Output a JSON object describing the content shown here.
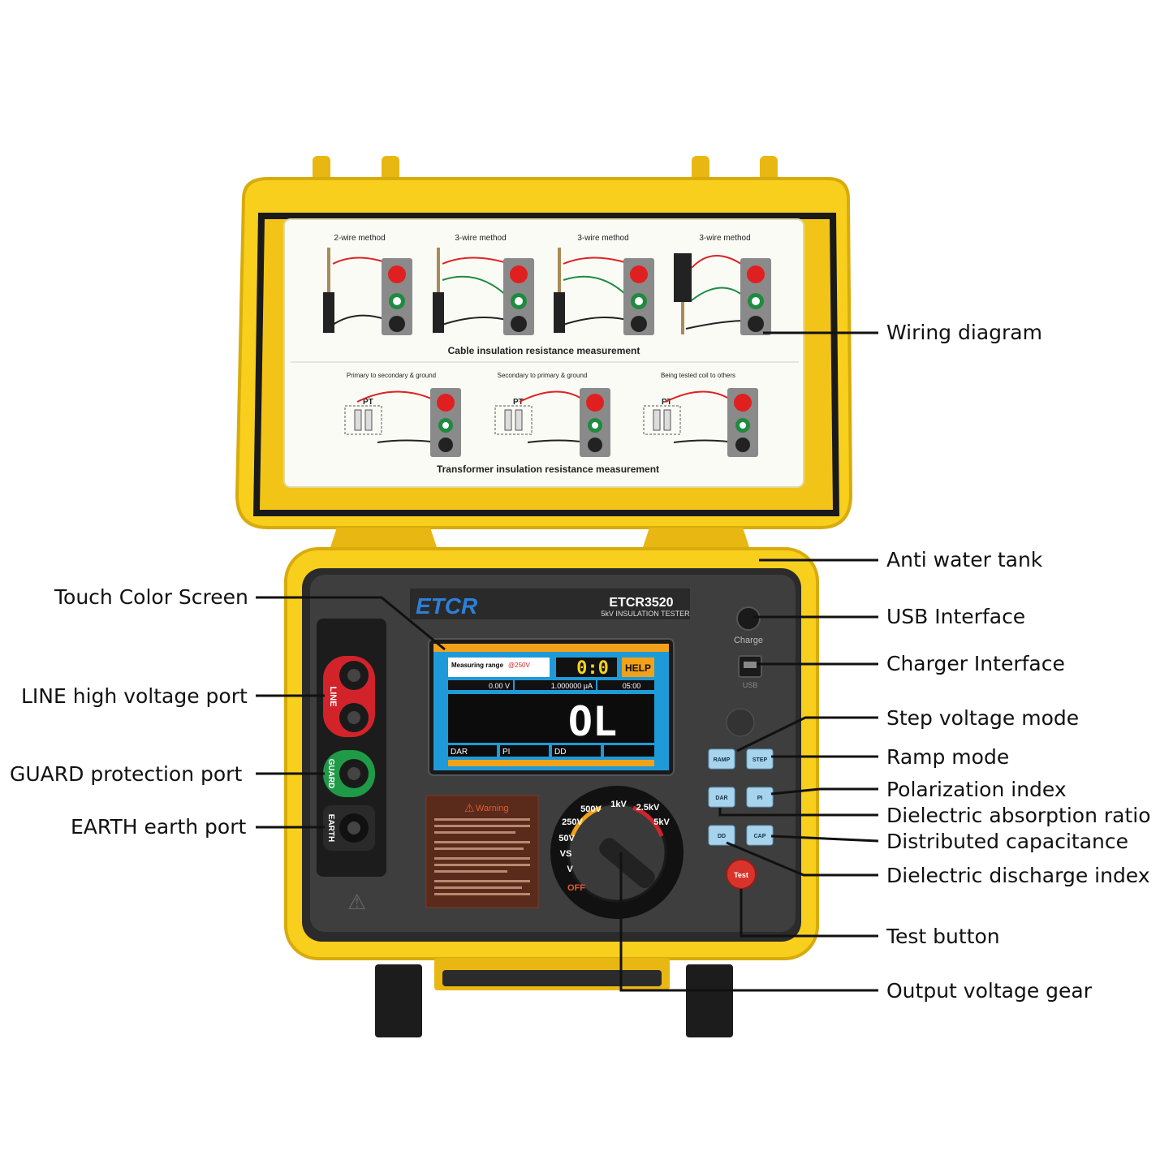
{
  "device": {
    "brand": "ETCR",
    "model": "ETCR3520",
    "subtitle": "5kV INSULATION TESTER",
    "charge_label": "Charge",
    "usb_label": "USB"
  },
  "wiring_card": {
    "top_methods": [
      "2-wire method",
      "3-wire method",
      "3-wire method",
      "3-wire method"
    ],
    "top_title": "Cable insulation resistance measurement",
    "bottom_methods": [
      "Primary to secondary & ground",
      "Secondary to primary & ground",
      "Being tested coil to others"
    ],
    "bottom_title": "Transformer  insulation resistance measurement",
    "pt_label": "PT"
  },
  "screen": {
    "range_title": "Measuring range",
    "range_value": "@250V",
    "timer": "0:0",
    "help_button": "HELP",
    "voltage": "0.00 V",
    "current": "1.000000 μA",
    "time": "05:00",
    "main_reading": "OL",
    "tabs": [
      "DAR",
      "PI",
      "DD"
    ]
  },
  "ports": {
    "line": "LINE",
    "guard": "GUARD",
    "earth": "EARTH"
  },
  "warning": {
    "title": "Warning"
  },
  "dial": {
    "positions": [
      "1kV",
      "500V",
      "2.5kV",
      "250V",
      "5kV",
      "50V",
      "VS",
      "V",
      "OFF"
    ]
  },
  "buttons": {
    "ramp": "RAMP",
    "step": "STEP",
    "dar": "DAR",
    "pi": "PI",
    "dd": "DD",
    "cap": "CAP",
    "test": "Test"
  },
  "callouts": {
    "wiring_diagram": "Wiring diagram",
    "anti_water_tank": "Anti water tank",
    "touch_color_screen": "Touch Color Screen",
    "usb_interface": "USB Interface",
    "charger_interface": "Charger Interface",
    "line_port": "LINE high voltage port",
    "step_voltage_mode": "Step voltage mode",
    "ramp_mode": "Ramp mode",
    "guard_port": "GUARD protection port",
    "polarization_index": "Polarization index",
    "dielectric_absorption_ratio": "Dielectric absorption ratio",
    "earth_port": "EARTH earth port",
    "distributed_capacitance": "Distributed capacitance",
    "dielectric_discharge_index": "Dielectric discharge index",
    "test_button": "Test button",
    "output_voltage_gear": "Output voltage gear"
  },
  "colors": {
    "case_yellow": "#f7cf1c",
    "panel_dark": "#3e3e3e",
    "screen_blue": "#1f9ad8",
    "line_red": "#d2232a",
    "guard_green": "#1f9a47",
    "button_blue": "#a7d3ec",
    "test_red": "#d9342b"
  }
}
